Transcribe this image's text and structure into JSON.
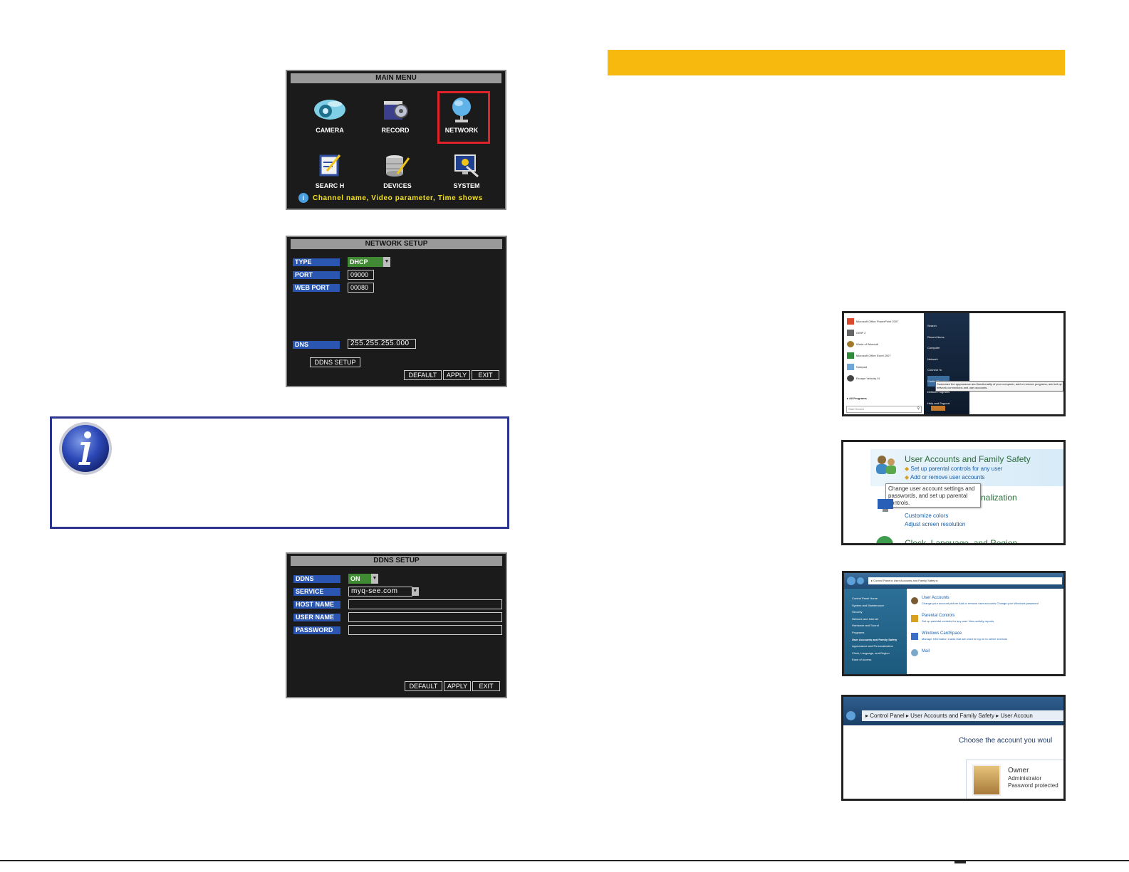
{
  "main_menu": {
    "title": "MAIN MENU",
    "items": [
      {
        "label": "CAMERA",
        "icon": "camera-icon"
      },
      {
        "label": "RECORD",
        "icon": "record-icon"
      },
      {
        "label": "NETWORK",
        "icon": "network-globe-icon"
      },
      {
        "label": "SEARC H",
        "icon": "search-notepad-icon"
      },
      {
        "label": "DEVICES",
        "icon": "devices-icon"
      },
      {
        "label": "SYSTEM",
        "icon": "system-icon"
      }
    ],
    "selected": "NETWORK",
    "hint": "Channel name, Video parameter, Time shows",
    "colors": {
      "selection": "#e0222a",
      "hint": "#f2e01c"
    }
  },
  "network_setup": {
    "title": "NETWORK SETUP",
    "type_label": "TYPE",
    "type_value": "DHCP",
    "port_label": "PORT",
    "port_value": "09000",
    "web_port_label": "WEB PORT",
    "web_port_value": "00080",
    "dns_label": "DNS",
    "dns_value": "255.255.255.000",
    "ddns_setup_button": "DDNS SETUP",
    "default_button": "DEFAULT",
    "apply_button": "APPLY",
    "exit_button": "EXIT"
  },
  "ddns_setup": {
    "title": "DDNS SETUP",
    "ddns_label": "DDNS",
    "ddns_value": "ON",
    "service_label": "SERVICE",
    "service_value": "myq-see.com",
    "host_name_label": "HOST NAME",
    "host_name_value": "",
    "user_name_label": "USER NAME",
    "user_name_value": "",
    "password_label": "PASSWORD",
    "password_value": "",
    "default_button": "DEFAULT",
    "apply_button": "APPLY",
    "exit_button": "EXIT"
  },
  "info_box": {
    "icon": "info-icon",
    "border_color": "#2b3590"
  },
  "header_bar": {
    "color": "#f8b90f"
  },
  "start_menu": {
    "left_items": [
      "Microsoft Office PowerPoint 2007",
      "GIMP 2",
      "World of Warcraft",
      "Microsoft Office Excel 2007",
      "Notepad",
      "Escape Velocity III"
    ],
    "all_programs": "All Programs",
    "search_placeholder": "Start Search",
    "right_items": [
      "Search",
      "Recent Items",
      "Computer",
      "Network",
      "Connect To",
      "Control Panel",
      "Default Programs",
      "Help and Support"
    ],
    "tooltip": "Customize the appearance and functionality of your computer, add or remove programs, and set up network connections and user accounts."
  },
  "control_panel": {
    "heading": "User Accounts and Family Safety",
    "link1": "Set up parental controls for any user",
    "link2": "Add or remove user accounts",
    "tooltip": "Change user account settings and passwords, and set up parental controls.",
    "partial_heading": "nalization",
    "link3": "Customize colors",
    "link4": "Adjust screen resolution",
    "bottom_heading": "Clock, Language, and Region"
  },
  "uafs_window": {
    "breadcrumb": "▸ Control Panel ▸ User Accounts and Family Safety ▸",
    "sidebar": [
      "Control Panel Home",
      "System and Maintenance",
      "Security",
      "Network and Internet",
      "Hardware and Sound",
      "Programs",
      "User Accounts and Family Safety",
      "Appearance and Personalization",
      "Clock, Language, and Region",
      "Ease of Access"
    ],
    "items": [
      {
        "title": "User Accounts",
        "desc": "Change your account picture   Add or remove user accounts   Change your Windows password"
      },
      {
        "title": "Parental Controls",
        "desc": "Set up parental controls for any user   View activity reports"
      },
      {
        "title": "Windows CardSpace",
        "desc": "Manage Information Cards that are used to log on to online services"
      },
      {
        "title": "Mail",
        "desc": ""
      }
    ]
  },
  "user_accounts_window": {
    "breadcrumb": "▸ Control Panel ▸ User Accounts and Family Safety ▸ User Accoun",
    "prompt": "Choose the account you woul",
    "account_name": "Owner",
    "account_role": "Administrator",
    "account_status": "Password protected"
  }
}
